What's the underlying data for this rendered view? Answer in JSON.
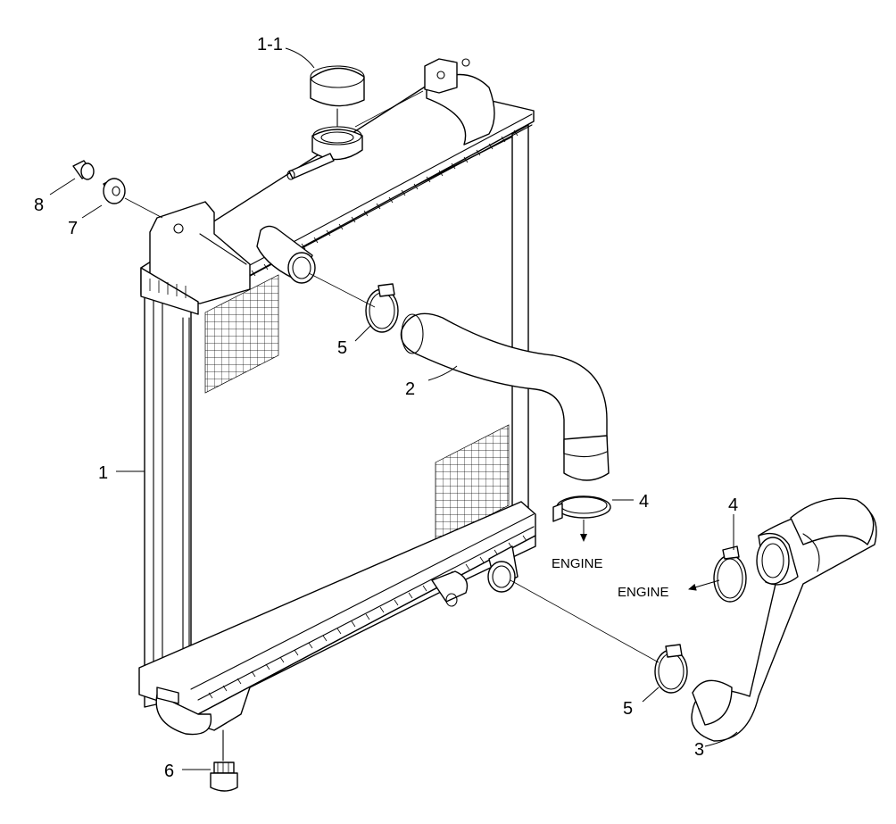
{
  "callouts": [
    {
      "id": "radiator",
      "text": "1"
    },
    {
      "id": "radiator-cap",
      "text": "1-1"
    },
    {
      "id": "upper-hose",
      "text": "2"
    },
    {
      "id": "lower-hose",
      "text": "3"
    },
    {
      "id": "clamp-upper-hose-engine",
      "text": "4"
    },
    {
      "id": "clamp-lower-hose-engine",
      "text": "4"
    },
    {
      "id": "clamp-upper-hose-radiator",
      "text": "5"
    },
    {
      "id": "clamp-lower-hose-radiator",
      "text": "5"
    },
    {
      "id": "drain-plug",
      "text": "6"
    },
    {
      "id": "cushion",
      "text": "7"
    },
    {
      "id": "collar",
      "text": "8"
    }
  ],
  "engine_labels": [
    {
      "id": "engine-upper",
      "text": "ENGINE"
    },
    {
      "id": "engine-lower",
      "text": "ENGINE"
    }
  ],
  "colors": {
    "ink": "#000000",
    "paper": "#ffffff"
  }
}
